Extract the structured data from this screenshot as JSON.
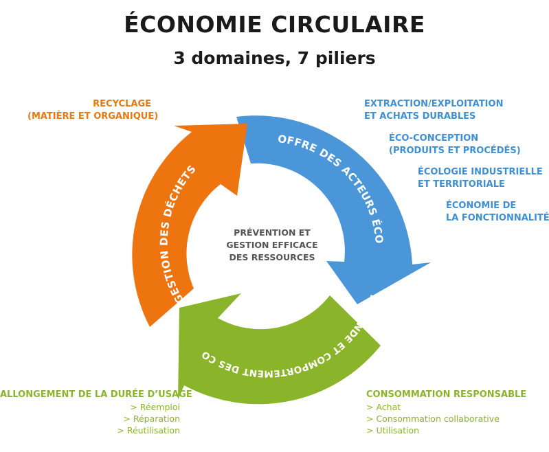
{
  "title": "ÉCONOMIE CIRCULAIRE",
  "subtitle": "3 domaines, 7 piliers",
  "center": [
    "PRÉVENTION ET",
    "GESTION EFFICACE",
    "DES RESSOURCES"
  ],
  "arcs": {
    "offre": "OFFRE DES ACTEURS ÉCONOMIQUES",
    "demande": "DEMANDE ET COMPORTEMENT DES COMSOMMATEURS",
    "dechets": "GESTION DES DÉCHETS"
  },
  "recyclage": [
    "RECYCLAGE",
    "(MATIÈRE ET ORGANIQUE)"
  ],
  "offre_pillars": [
    [
      "EXTRACTION/EXPLOITATION",
      "ET ACHATS DURABLES"
    ],
    [
      "ÉCO-CONCEPTION",
      "(PRODUITS ET PROCÉDÉS)"
    ],
    [
      "ÉCOLOGIE INDUSTRIELLE",
      "ET TERRITORIALE"
    ],
    [
      "ÉCONOMIE DE",
      "LA FONCTIONNALITÉ"
    ]
  ],
  "allongement": {
    "title": "ALLONGEMENT DE LA DURÉE D’USAGE",
    "items": [
      "> Réemploi",
      "> Réparation",
      "> Réutilisation"
    ]
  },
  "consommation": {
    "title": "CONSOMMATION RESPONSABLE",
    "items": [
      "> Achat",
      "> Consommation collaborative",
      "> Utilisation"
    ]
  },
  "colors": {
    "orange": "#e8780f",
    "blue": "#4a96d8",
    "green": "#8ab52a",
    "text": "#555555"
  }
}
